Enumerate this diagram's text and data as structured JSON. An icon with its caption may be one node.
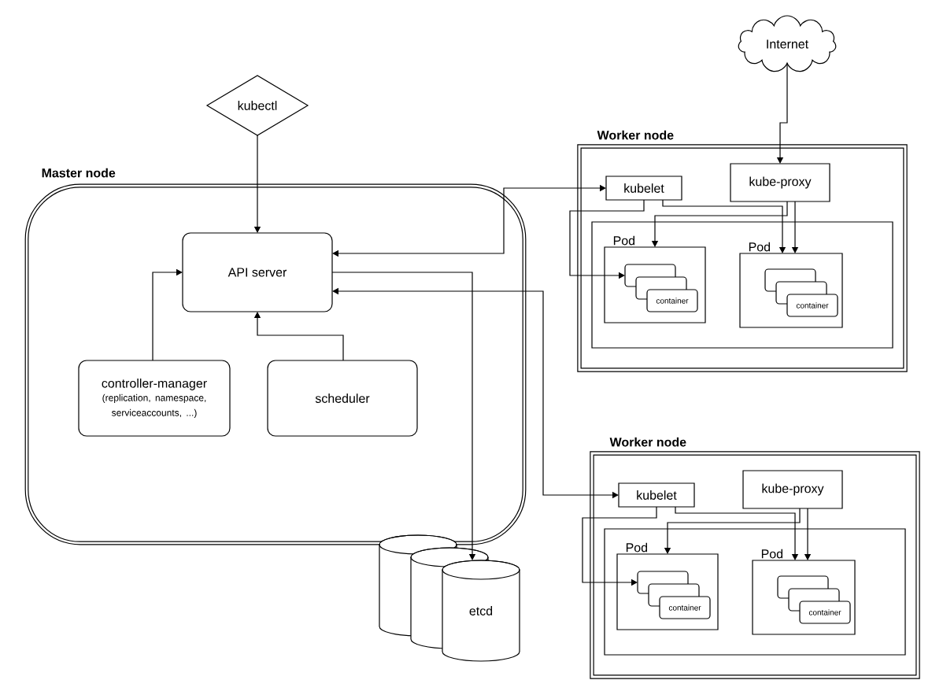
{
  "diagram": {
    "nodes": [
      {
        "text": [
          "Master node"
        ]
      },
      {
        "text": [
          "kubectl"
        ]
      },
      {
        "text": [
          "API server"
        ],
        "in": 0
      },
      {
        "text": [
          "controller-manager",
          "(replication, namespace, serviceaccounts, ...)"
        ],
        "in": 0
      },
      {
        "text": [
          "scheduler"
        ],
        "in": 0
      },
      {
        "text": [
          "etcd"
        ]
      },
      {
        "text": [
          "Internet"
        ]
      },
      {
        "text": [
          "Worker node"
        ]
      },
      {
        "text": [
          "kubelet"
        ],
        "in": 7
      },
      {
        "text": [
          "kube-proxy"
        ],
        "in": 7
      },
      {
        "text": [],
        "shape": "box",
        "in": 7
      },
      {
        "text": [
          "Pod"
        ],
        "in": 10
      },
      {
        "text": [],
        "shape": "box",
        "in": 11
      },
      {
        "text": [],
        "shape": "box",
        "in": 11
      },
      {
        "text": [
          "container"
        ],
        "in": 11
      },
      {
        "text": [
          "Pod"
        ],
        "in": 10
      },
      {
        "text": [],
        "shape": "box",
        "in": 15
      },
      {
        "text": [],
        "shape": "box",
        "in": 15
      },
      {
        "text": [
          "container"
        ],
        "in": 15
      },
      {
        "text": [
          "Worker node"
        ]
      },
      {
        "text": [
          "kubelet"
        ],
        "in": 19
      },
      {
        "text": [
          "kube-proxy"
        ],
        "in": 19
      },
      {
        "text": [],
        "shape": "box",
        "in": 19
      },
      {
        "text": [
          "Pod"
        ],
        "in": 22
      },
      {
        "text": [],
        "shape": "box",
        "in": 23
      },
      {
        "text": [],
        "shape": "box",
        "in": 23
      },
      {
        "text": [
          "container"
        ],
        "in": 23
      },
      {
        "text": [
          "Pod"
        ],
        "in": 22
      },
      {
        "text": [],
        "shape": "box",
        "in": 27
      },
      {
        "text": [],
        "shape": "box",
        "in": 27
      },
      {
        "text": [
          "container"
        ],
        "in": 27
      }
    ],
    "edges": [
      {
        "from": 1,
        "to": 2,
        "arrow": "to"
      },
      {
        "from": 3,
        "to": 2,
        "arrow": "to"
      },
      {
        "from": 4,
        "to": 2,
        "arrow": "to"
      },
      {
        "from": 2,
        "to": 5,
        "arrow": "to"
      },
      {
        "from": 2,
        "to": 8,
        "arrow": "both"
      },
      {
        "from": 2,
        "to": 20,
        "arrow": "both"
      },
      {
        "from": 6,
        "to": 9,
        "arrow": "to"
      },
      {
        "from": 8,
        "to": 12,
        "arrow": "to"
      },
      {
        "from": 8,
        "to": 15,
        "arrow": "to"
      },
      {
        "from": 9,
        "to": 11,
        "arrow": "to"
      },
      {
        "from": 9,
        "to": 15,
        "arrow": "to"
      },
      {
        "from": 20,
        "to": 24,
        "arrow": "to"
      },
      {
        "from": 20,
        "to": 27,
        "arrow": "to"
      },
      {
        "from": 21,
        "to": 23,
        "arrow": "to"
      },
      {
        "from": 21,
        "to": 27,
        "arrow": "to"
      }
    ]
  }
}
